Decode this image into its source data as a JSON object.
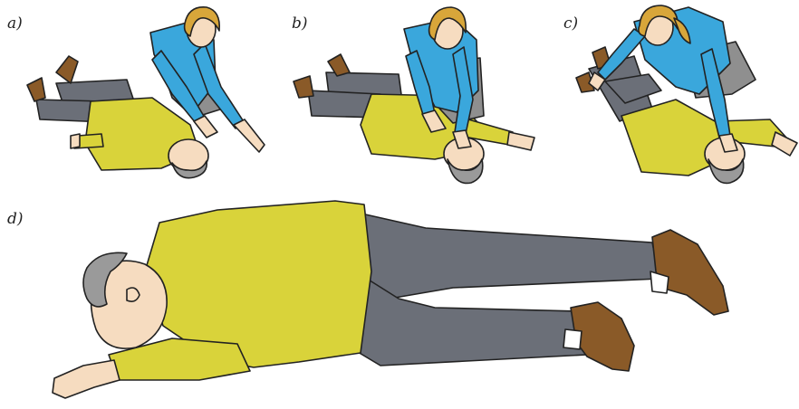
{
  "panels": {
    "a": {
      "label": "a)"
    },
    "b": {
      "label": "b)"
    },
    "c": {
      "label": "c)"
    },
    "d": {
      "label": "d)"
    }
  },
  "colors": {
    "sweater": "#d9d33a",
    "pants": "#6b6f78",
    "shoes": "#8a5a28",
    "skin": "#f6dcc0",
    "hair_man": "#9a9a9a",
    "rescuer_top": "#3aa7dc",
    "rescuer_pants": "#8f8f8f",
    "rescuer_hair": "#d8a63a",
    "outline": "#222222"
  }
}
